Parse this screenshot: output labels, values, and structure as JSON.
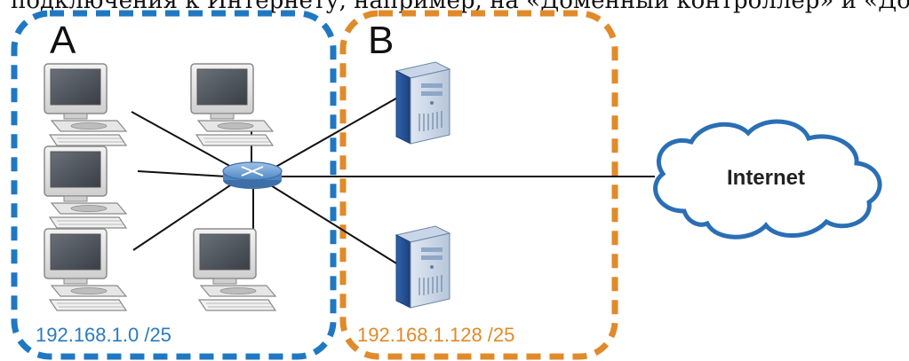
{
  "top_text": "подключения к Интернету, например, на «Доменный контроллер» и «Дополнительный контроллер»",
  "zones": {
    "a": {
      "label": "A",
      "subnet": "192.168.1.0 /25"
    },
    "b": {
      "label": "B",
      "subnet": "192.168.1.128 /25"
    }
  },
  "internet": {
    "label": "Internet"
  },
  "colors": {
    "zone_a": "#1f78c1",
    "zone_b": "#e08a2a",
    "link": "#111111",
    "cloud_stroke": "#2a6fb5"
  },
  "icons": {
    "computer": "desktop-computer-icon",
    "server": "tower-server-icon",
    "switch": "network-switch-icon",
    "cloud": "internet-cloud-icon"
  }
}
